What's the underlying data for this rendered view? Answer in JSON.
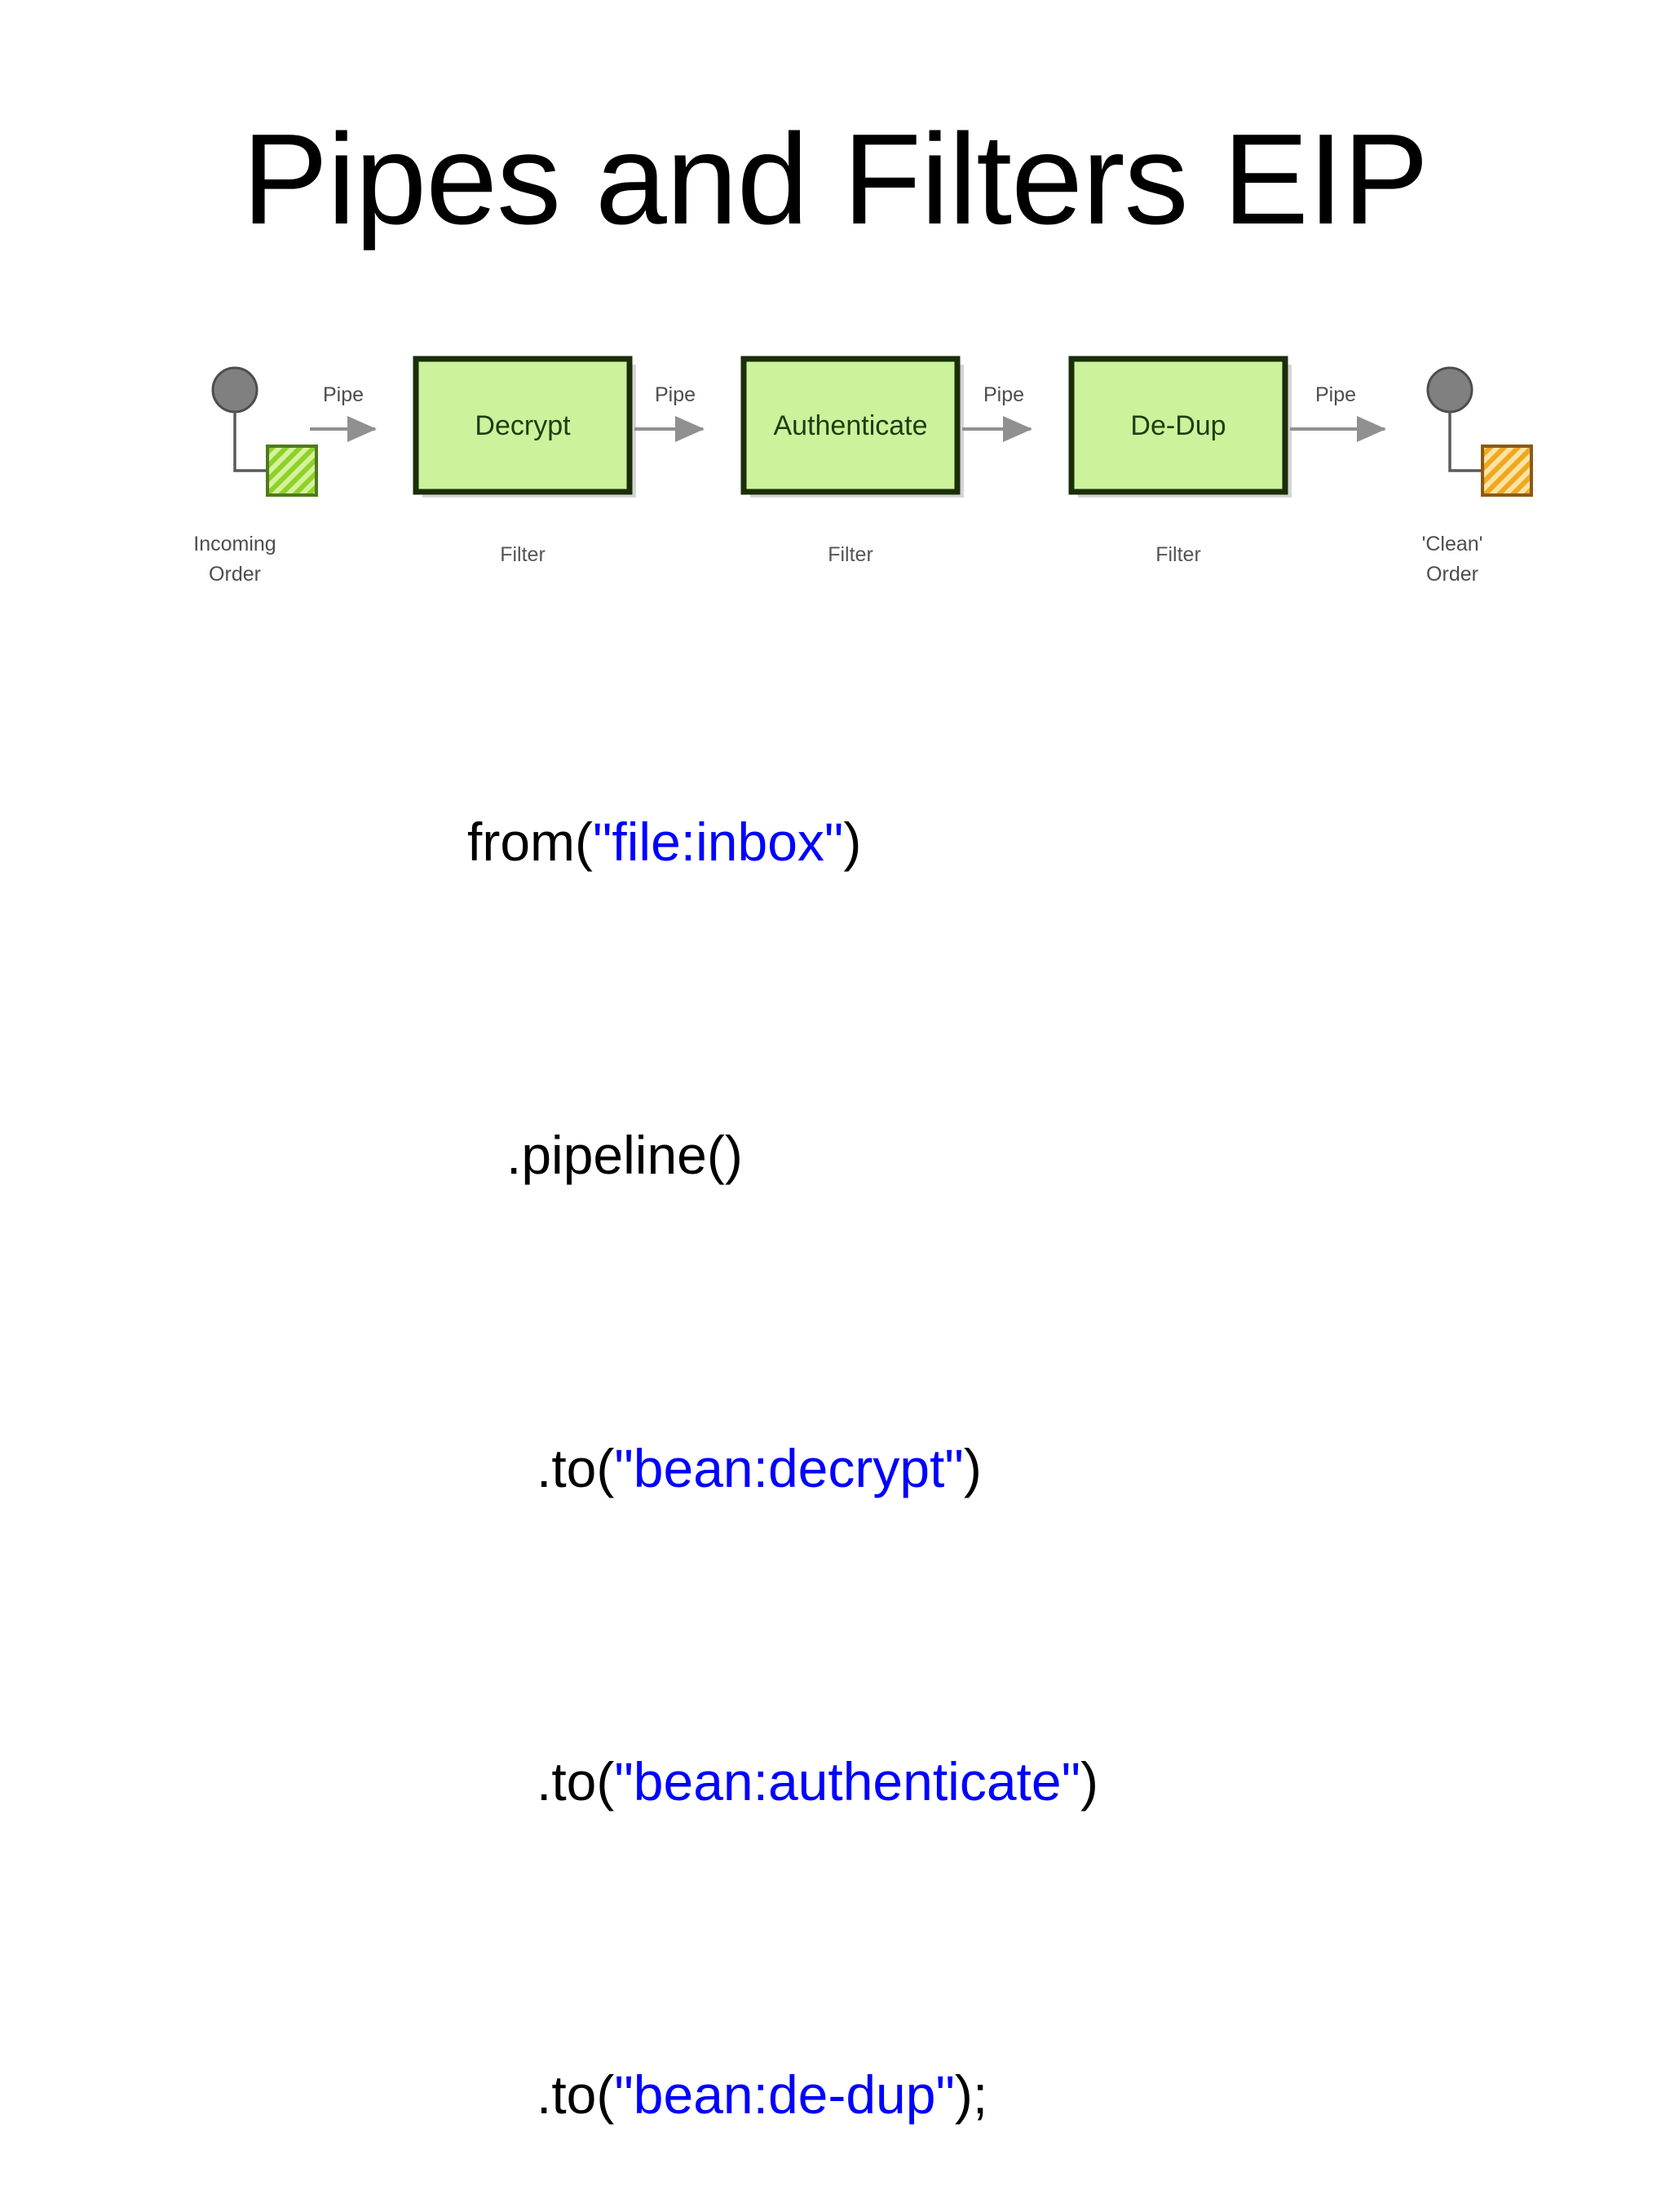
{
  "title": "Pipes and Filters EIP",
  "diagram": {
    "source_endpoint": {
      "label_line1": "Incoming",
      "label_line2": "Order",
      "marker_icon": "hatched-square-green-icon",
      "circle_icon": "endpoint-circle-icon",
      "fill_color": "#8cd22d",
      "border_color": "#4f7a1e"
    },
    "target_endpoint": {
      "label_line1": "'Clean'",
      "label_line2": "Order",
      "marker_icon": "hatched-square-orange-icon",
      "circle_icon": "endpoint-circle-icon",
      "fill_color": "#f2b032",
      "border_color": "#8a5a18"
    },
    "circle_color": "#808080",
    "circle_border_color": "#4d4d4d",
    "connector_color": "#5a5a5a",
    "arrow_color": "#909090",
    "filters": [
      {
        "name": "Decrypt",
        "caption": "Filter"
      },
      {
        "name": "Authenticate",
        "caption": "Filter"
      },
      {
        "name": "De-Dup",
        "caption": "Filter"
      }
    ],
    "pipes": [
      {
        "label": "Pipe"
      },
      {
        "label": "Pipe"
      },
      {
        "label": "Pipe"
      },
      {
        "label": "Pipe"
      }
    ],
    "box_fill_color": "#ccf29c",
    "box_border_color": "#1a2e0a",
    "box_shadow_color": "#b3b3b3"
  },
  "code": {
    "string_color": "#0000ff",
    "text_color": "#000000",
    "lines": [
      {
        "indent": 0,
        "parts": [
          {
            "t": "from(",
            "s": false
          },
          {
            "t": "\"file:inbox\"",
            "s": true
          },
          {
            "t": ")",
            "s": false
          }
        ]
      },
      {
        "indent": 1,
        "parts": [
          {
            "t": ".pipeline()",
            "s": false
          }
        ]
      },
      {
        "indent": 2,
        "parts": [
          {
            "t": ".to(",
            "s": false
          },
          {
            "t": "\"bean:decrypt\"",
            "s": true
          },
          {
            "t": ")",
            "s": false
          }
        ]
      },
      {
        "indent": 2,
        "parts": [
          {
            "t": ".to(",
            "s": false
          },
          {
            "t": "\"bean:authenticate\"",
            "s": true
          },
          {
            "t": ")",
            "s": false
          }
        ]
      },
      {
        "indent": 2,
        "parts": [
          {
            "t": ".to(",
            "s": false
          },
          {
            "t": "\"bean:de-dup\"",
            "s": true
          },
          {
            "t": ");",
            "s": false
          }
        ]
      }
    ],
    "line1_l1": "from(",
    "line1_str": "\"file:inbox\"",
    "line1_l2": ")",
    "line2_l1": ".pipeline()",
    "line3_l1": ".to(",
    "line3_str": "\"bean:decrypt\"",
    "line3_l2": ")",
    "line4_l1": ".to(",
    "line4_str": "\"bean:authenticate\"",
    "line4_l2": ")",
    "line5_l1": ".to(",
    "line5_str": "\"bean:de-dup\"",
    "line5_l2": ");"
  }
}
